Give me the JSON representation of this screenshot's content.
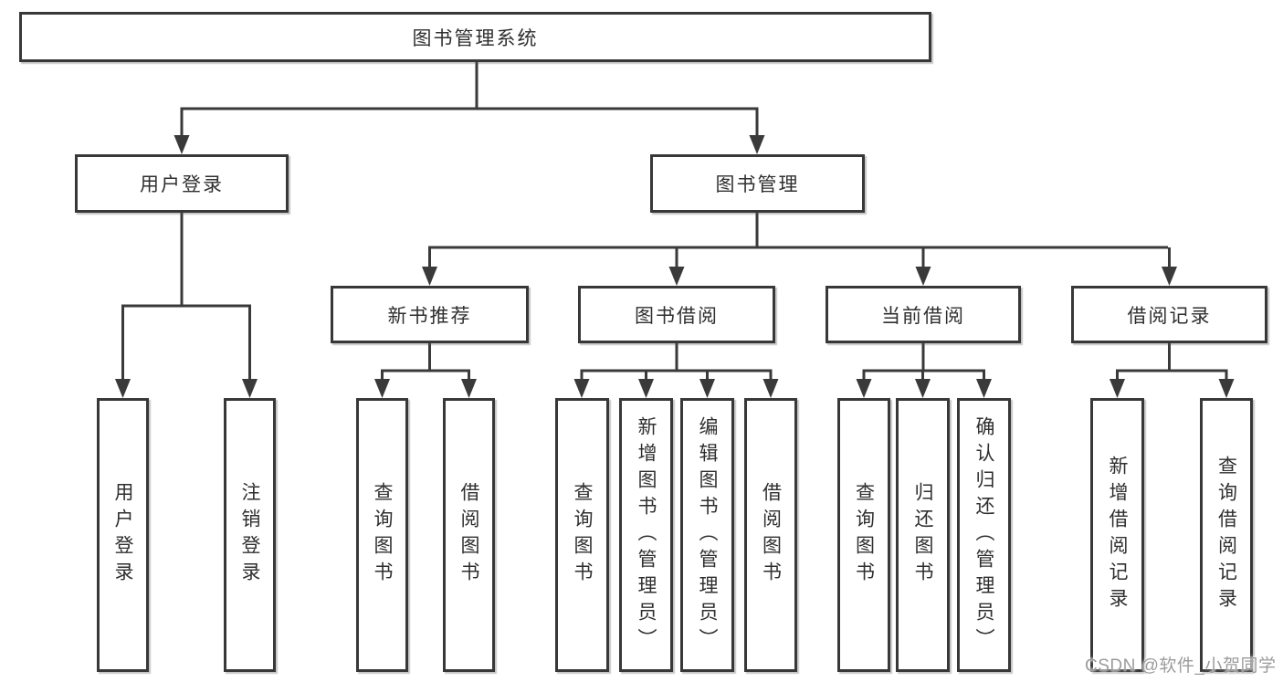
{
  "tree": {
    "root": "图书管理系统",
    "children": [
      {
        "label": "用户登录",
        "children": [
          "用户登录",
          "注销登录"
        ]
      },
      {
        "label": "图书管理",
        "children": [
          {
            "label": "新书推荐",
            "children": [
              "查询图书",
              "借阅图书"
            ]
          },
          {
            "label": "图书借阅",
            "children": [
              "查询图书",
              "新增图书（管理员）",
              "编辑图书（管理员）",
              "借阅图书"
            ]
          },
          {
            "label": "当前借阅",
            "children": [
              "查询图书",
              "归还图书",
              "确认归还（管理员）"
            ]
          },
          {
            "label": "借阅记录",
            "children": [
              "新增借阅记录",
              "查询借阅记录"
            ]
          }
        ]
      }
    ]
  },
  "watermark": {
    "text": "CSDN @软件_小贺同学"
  },
  "colors": {
    "line": "#3a3a3a",
    "box_border": "#383838",
    "text": "#2f2f2f",
    "watermark": "#9c9c9c",
    "background": "#ffffff"
  }
}
